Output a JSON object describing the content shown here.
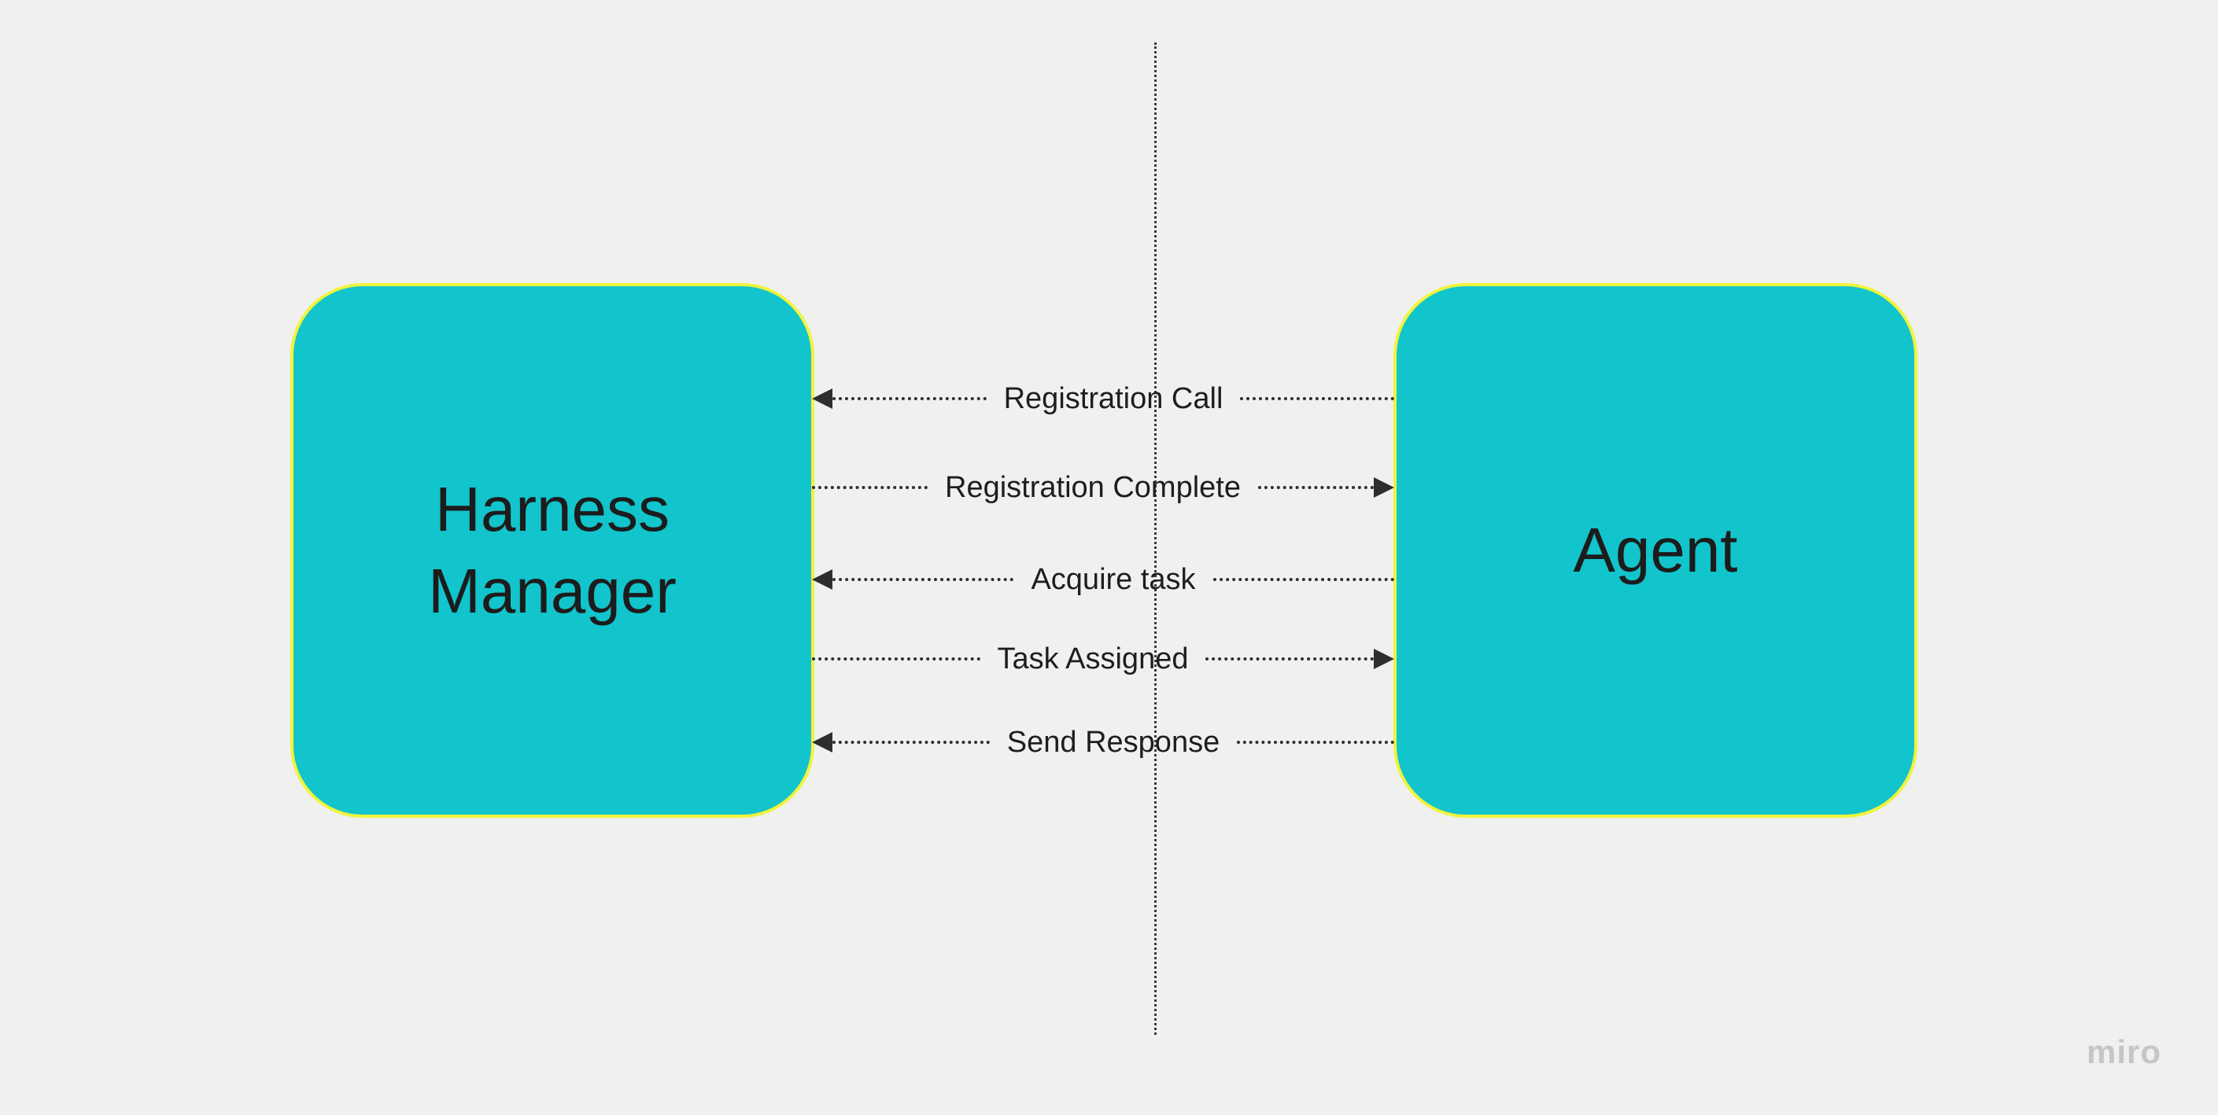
{
  "canvas": {
    "background_color": "#f0f0ee",
    "watermark": "miro"
  },
  "style": {
    "actor_fill": "#12c4cb",
    "actor_border": "#f0f43c",
    "arrow_color": "#2e2e2e",
    "text_color": "#1c1c1c"
  },
  "actors": [
    {
      "id": "harness-manager",
      "label": "Harness Manager"
    },
    {
      "id": "agent",
      "label": "Agent"
    }
  ],
  "messages": [
    {
      "label": "Registration Call",
      "direction": "left",
      "from": "agent",
      "to": "harness-manager"
    },
    {
      "label": "Registration Complete",
      "direction": "right",
      "from": "harness-manager",
      "to": "agent"
    },
    {
      "label": "Acquire task",
      "direction": "left",
      "from": "agent",
      "to": "harness-manager"
    },
    {
      "label": "Task Assigned",
      "direction": "right",
      "from": "harness-manager",
      "to": "agent"
    },
    {
      "label": "Send Response",
      "direction": "left",
      "from": "agent",
      "to": "harness-manager"
    }
  ]
}
